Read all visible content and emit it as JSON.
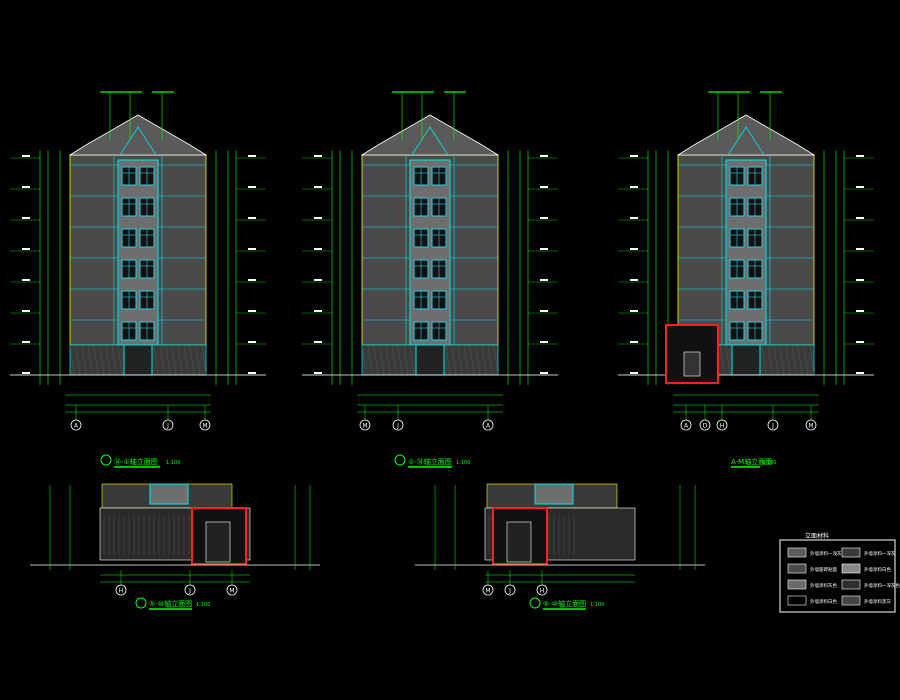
{
  "drawing": {
    "background": "#000000",
    "colors": {
      "facade": "#4a4a4a",
      "facade_light": "#6e6e6e",
      "base_stone": "#3a3a3a",
      "window_frame": "#00e5e5",
      "window_glass": "#2bd0e6",
      "annotation": "#00ff00",
      "dimension": "#00ff00",
      "outline_yellow": "#ffff00",
      "roof": "#5a5a5a",
      "red_frame": "#ff2020",
      "magenta": "#ff00ff",
      "white": "#ffffff"
    },
    "elevations": [
      {
        "id": "elev-1",
        "title": "⑭-①轴立面图",
        "scale": "1:100",
        "axis_labels": [
          "A",
          "J",
          "M"
        ]
      },
      {
        "id": "elev-2",
        "title": "①-⑭轴立面图",
        "scale": "1:100",
        "axis_labels": [
          "M",
          "J",
          "A"
        ]
      },
      {
        "id": "elev-3",
        "title": "A-M轴立面图",
        "scale": "1:100",
        "axis_labels": [
          "A",
          "D",
          "H",
          "J",
          "M"
        ]
      }
    ],
    "small_elevations": [
      {
        "id": "small-1",
        "title": "⑤-⑩轴立面图",
        "scale": "1:100",
        "axis_labels": [
          "H",
          "J",
          "M"
        ]
      },
      {
        "id": "small-2",
        "title": "⑤-⑩轴立面图",
        "scale": "1:100",
        "axis_labels": [
          "M",
          "J",
          "H"
        ]
      }
    ],
    "legend": {
      "title": "立面材料",
      "items": [
        {
          "swatch": "#5c5c5c",
          "label": "外墙涂料一浅灰色"
        },
        {
          "swatch": "#3a3a3a",
          "label": "外墙涂料一深灰"
        },
        {
          "swatch": "#4a4a4a",
          "label": "外墙面砖贴面"
        },
        {
          "swatch": "#888888",
          "label": "外墙涂料白色"
        },
        {
          "swatch": "#6a6a6a",
          "label": "外墙涂料灰色"
        },
        {
          "swatch": "#2e2e2e",
          "label": "外墙涂料一深灰色"
        },
        {
          "swatch": "#000000",
          "label": "外墙涂料白色"
        },
        {
          "swatch": "#444444",
          "label": "外墙涂料黑灰"
        }
      ]
    }
  }
}
